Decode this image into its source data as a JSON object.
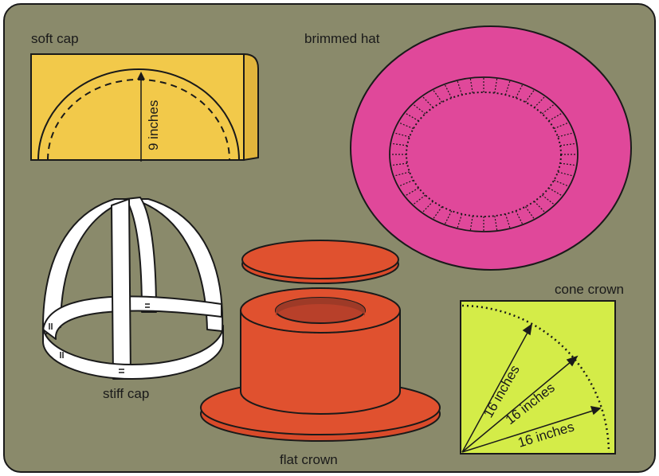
{
  "labels": {
    "soft_cap": "soft cap",
    "brimmed_hat": "brimmed hat",
    "stiff_cap": "stiff cap",
    "flat_crown": "flat crown",
    "cone_crown": "cone crown"
  },
  "measures": {
    "soft_cap_height": "9 inches",
    "cone_radius_1": "16 inches",
    "cone_radius_2": "16 inches",
    "cone_radius_3": "16 inches"
  },
  "colors": {
    "background": "#8a8a6b",
    "soft_cap_paper": "#f2c94a",
    "brimmed_hat": "#e0489a",
    "stiff_cap": "#ffffff",
    "flat_crown": "#e0512f",
    "cone_crown_paper": "#d4ec48"
  }
}
